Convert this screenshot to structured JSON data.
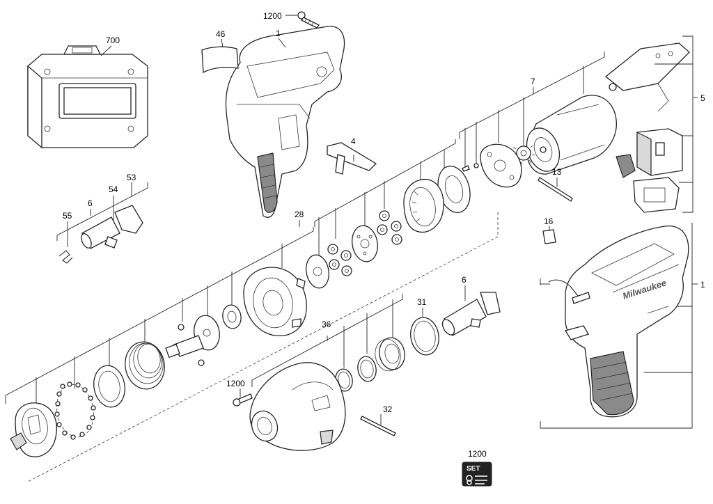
{
  "callouts": {
    "c700": "700",
    "c1200_top": "1200",
    "c1_housing": "1",
    "c46": "46",
    "c4": "4",
    "c5": "5",
    "c7": "7",
    "c13": "13",
    "c16": "16",
    "c1_right": "1",
    "c53": "53",
    "c54": "54",
    "c6_left": "6",
    "c55": "55",
    "c28": "28",
    "c6_mid": "6",
    "c31": "31",
    "c36": "36",
    "c1200_mid": "1200",
    "c32": "32",
    "c1200_bottom": "1200"
  },
  "set_badge": {
    "label": "SET"
  },
  "brand_mark": "Milwaukee"
}
